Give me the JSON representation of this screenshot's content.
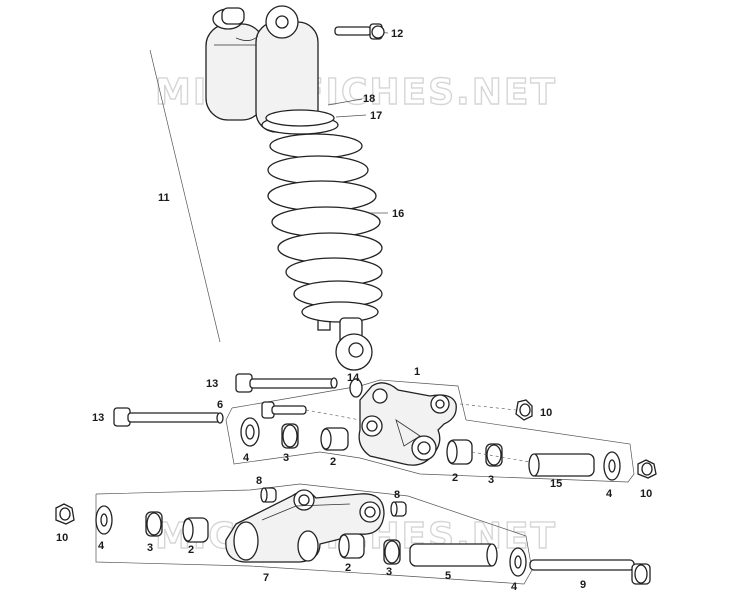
{
  "watermark": {
    "top": "MICROFICHES.NET",
    "bottom": "MICROFICHES.NET"
  },
  "callouts": [
    {
      "id": "c12",
      "text": "12"
    },
    {
      "id": "c18",
      "text": "18"
    },
    {
      "id": "c17",
      "text": "17"
    },
    {
      "id": "c11",
      "text": "11"
    },
    {
      "id": "c16",
      "text": "16"
    },
    {
      "id": "c1",
      "text": "1"
    },
    {
      "id": "c13a",
      "text": "13"
    },
    {
      "id": "c14",
      "text": "14"
    },
    {
      "id": "c6",
      "text": "6"
    },
    {
      "id": "c10a",
      "text": "10"
    },
    {
      "id": "c13b",
      "text": "13"
    },
    {
      "id": "c4a",
      "text": "4"
    },
    {
      "id": "c3a",
      "text": "3"
    },
    {
      "id": "c2a",
      "text": "2"
    },
    {
      "id": "c2b",
      "text": "2"
    },
    {
      "id": "c3b",
      "text": "3"
    },
    {
      "id": "c15",
      "text": "15"
    },
    {
      "id": "c4b",
      "text": "4"
    },
    {
      "id": "c10b",
      "text": "10"
    },
    {
      "id": "c8a",
      "text": "8"
    },
    {
      "id": "c8b",
      "text": "8"
    },
    {
      "id": "c10c",
      "text": "10"
    },
    {
      "id": "c4c",
      "text": "4"
    },
    {
      "id": "c3c",
      "text": "3"
    },
    {
      "id": "c2c",
      "text": "2"
    },
    {
      "id": "c7",
      "text": "7"
    },
    {
      "id": "c2d",
      "text": "2"
    },
    {
      "id": "c3d",
      "text": "3"
    },
    {
      "id": "c5",
      "text": "5"
    },
    {
      "id": "c4d",
      "text": "4"
    },
    {
      "id": "c9",
      "text": "9"
    }
  ]
}
